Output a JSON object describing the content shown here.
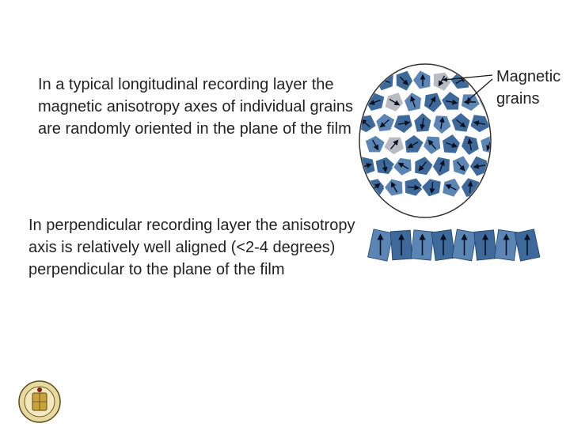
{
  "text": {
    "longitudinal": "In a typical longitudinal recording layer the magnetic anisotropy axes of individual grains are randomly oriented in the plane of the film",
    "perpendicular": "In perpendicular recording layer the anisotropy axis is relatively well aligned (<2-4 degrees) perpendicular to the plane of the film"
  },
  "callout": {
    "line1": "Magnetic",
    "line2": "grains"
  },
  "colors": {
    "grain": "#3e6a9b",
    "grain_edge": "#22406a",
    "grain_light": "#5a85b5",
    "grain_gray": "#b8bcc2",
    "arrow": "#0a1020"
  },
  "longitudinal_grains": [
    {
      "angle": 0,
      "shade": "blue"
    },
    {
      "angle": 200,
      "shade": "blue"
    },
    {
      "angle": 45,
      "shade": "blue"
    },
    {
      "angle": 270,
      "shade": "blue"
    },
    {
      "angle": 120,
      "shade": "gray"
    },
    {
      "angle": 330,
      "shade": "blue"
    },
    {
      "angle": 90,
      "shade": "blue"
    },
    {
      "angle": 160,
      "shade": "blue"
    },
    {
      "angle": 30,
      "shade": "gray"
    },
    {
      "angle": 250,
      "shade": "blue"
    },
    {
      "angle": 300,
      "shade": "blue"
    },
    {
      "angle": 10,
      "shade": "blue"
    },
    {
      "angle": 180,
      "shade": "blue"
    },
    {
      "angle": 70,
      "shade": "blue"
    },
    {
      "angle": 220,
      "shade": "blue"
    },
    {
      "angle": 140,
      "shade": "blue"
    },
    {
      "angle": 350,
      "shade": "blue"
    },
    {
      "angle": 100,
      "shade": "blue"
    },
    {
      "angle": 280,
      "shade": "blue"
    },
    {
      "angle": 40,
      "shade": "blue"
    },
    {
      "angle": 190,
      "shade": "blue"
    },
    {
      "angle": 60,
      "shade": "blue"
    },
    {
      "angle": 310,
      "shade": "gray"
    },
    {
      "angle": 150,
      "shade": "blue"
    },
    {
      "angle": 230,
      "shade": "blue"
    },
    {
      "angle": 20,
      "shade": "blue"
    },
    {
      "angle": 260,
      "shade": "blue"
    },
    {
      "angle": 110,
      "shade": "blue"
    },
    {
      "angle": 340,
      "shade": "blue"
    },
    {
      "angle": 80,
      "shade": "blue"
    },
    {
      "angle": 210,
      "shade": "blue"
    },
    {
      "angle": 130,
      "shade": "blue"
    },
    {
      "angle": 290,
      "shade": "blue"
    },
    {
      "angle": 50,
      "shade": "blue"
    },
    {
      "angle": 170,
      "shade": "blue"
    },
    {
      "angle": 320,
      "shade": "blue"
    },
    {
      "angle": 240,
      "shade": "blue"
    },
    {
      "angle": 5,
      "shade": "blue"
    },
    {
      "angle": 95,
      "shade": "blue"
    },
    {
      "angle": 205,
      "shade": "blue"
    },
    {
      "angle": 275,
      "shade": "blue"
    },
    {
      "angle": 145,
      "shade": "blue"
    }
  ],
  "perpendicular_grains": [
    {
      "tilt": 12,
      "arrow": "up"
    },
    {
      "tilt": -4,
      "arrow": "up"
    },
    {
      "tilt": 6,
      "arrow": "up"
    },
    {
      "tilt": -8,
      "arrow": "up"
    },
    {
      "tilt": 10,
      "arrow": "up"
    },
    {
      "tilt": -6,
      "arrow": "up"
    },
    {
      "tilt": 8,
      "arrow": "up"
    },
    {
      "tilt": -12,
      "arrow": "up"
    }
  ]
}
